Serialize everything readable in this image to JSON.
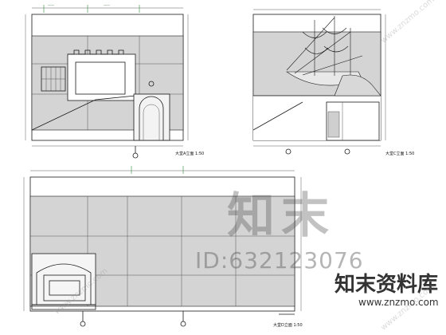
{
  "drawing": {
    "view1_caption": "大堂A立面 1:50",
    "view2_caption": "大堂C立面 1:50",
    "view3_caption": "大堂D立面 1:50"
  },
  "watermark": {
    "brand_zh": "知末",
    "id_text": "ID:632123076",
    "logo_text": "知末资料库",
    "logo_url": "www.znzmo.com",
    "diag_text": "www.znzmo.com"
  }
}
